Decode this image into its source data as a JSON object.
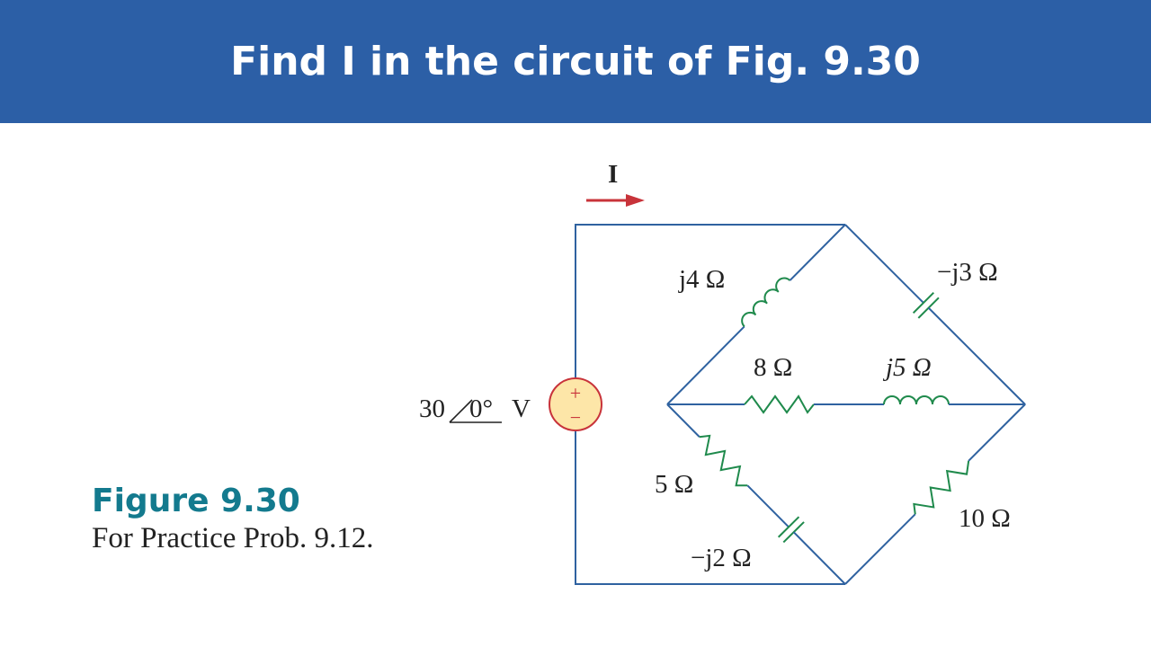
{
  "header": {
    "title": "Find I in the circuit of Fig. 9.30"
  },
  "figure": {
    "title": "Figure 9.30",
    "caption": "For Practice Prob. 9.12."
  },
  "circuit": {
    "current_label": "I",
    "source": {
      "magnitude": "30",
      "angle": "0°",
      "unit": "V",
      "plus": "+",
      "minus": "−"
    },
    "components": {
      "j4": "j4 Ω",
      "neg_j3": "−j3 Ω",
      "r8": "8 Ω",
      "j5": "j5 Ω",
      "r5": "5 Ω",
      "neg_j2": "−j2 Ω",
      "r10": "10 Ω"
    }
  },
  "colors": {
    "banner": "#2c5fa6",
    "wire": "#2f62a0",
    "component": "#1f8a4c",
    "arrow": "#c8333a",
    "figure_title": "#137a8e",
    "source_fill": "#fde6a8",
    "source_stroke": "#c8333a"
  }
}
